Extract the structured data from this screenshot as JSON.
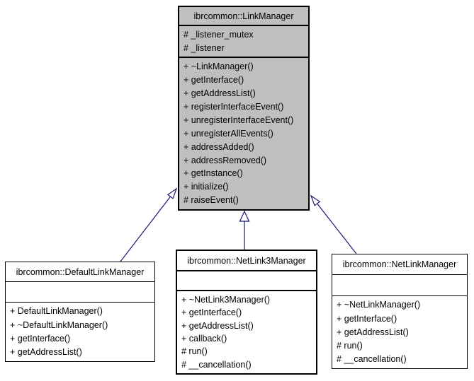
{
  "diagram": {
    "type": "uml-class-inheritance-graph",
    "classes": [
      {
        "name": "ibrcommon::LinkManager",
        "role": "base-class-highlighted",
        "fields": [
          "# _listener_mutex",
          "# _listener"
        ],
        "methods": [
          "+ ~LinkManager()",
          "+ getInterface()",
          "+ getAddressList()",
          "+ registerInterfaceEvent()",
          "+ unregisterInterfaceEvent()",
          "+ unregisterAllEvents()",
          "+ addressAdded()",
          "+ addressRemoved()",
          "+ getInstance()",
          "+ initialize()",
          "# raiseEvent()"
        ]
      },
      {
        "name": "ibrcommon::DefaultLinkManager",
        "role": "derived-class",
        "fields": [],
        "methods": [
          "+ DefaultLinkManager()",
          "+ ~DefaultLinkManager()",
          "+ getInterface()",
          "+ getAddressList()"
        ]
      },
      {
        "name": "ibrcommon::NetLink3Manager",
        "role": "derived-class",
        "fields": [],
        "methods": [
          "+ ~NetLink3Manager()",
          "+ getInterface()",
          "+ getAddressList()",
          "+ callback()",
          "# run()",
          "# __cancellation()"
        ]
      },
      {
        "name": "ibrcommon::NetLinkManager",
        "role": "derived-class",
        "fields": [],
        "methods": [
          "+ ~NetLinkManager()",
          "+ getInterface()",
          "+ getAddressList()",
          "# run()",
          "# __cancellation()"
        ]
      }
    ],
    "relations": [
      {
        "from": "ibrcommon::DefaultLinkManager",
        "to": "ibrcommon::LinkManager",
        "type": "public-inheritance"
      },
      {
        "from": "ibrcommon::NetLink3Manager",
        "to": "ibrcommon::LinkManager",
        "type": "public-inheritance"
      },
      {
        "from": "ibrcommon::NetLinkManager",
        "to": "ibrcommon::LinkManager",
        "type": "public-inheritance"
      }
    ]
  },
  "colors": {
    "background": "#ffffff",
    "node_fill": "#ffffff",
    "highlight_fill": "#bfbfbf",
    "border": "#000000",
    "arrow": "#191970",
    "text": "#000000"
  }
}
